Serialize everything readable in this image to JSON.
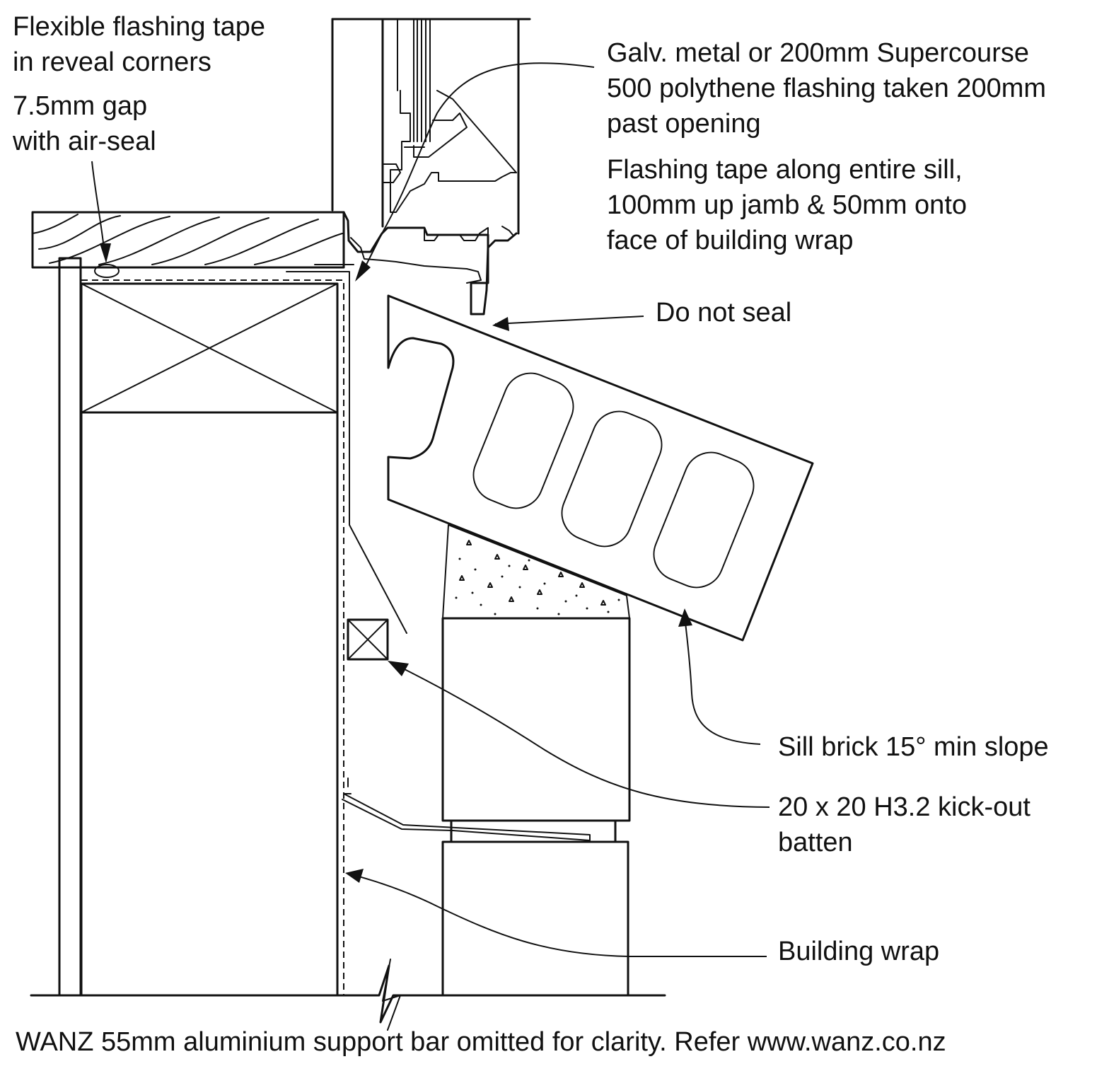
{
  "labels": {
    "flexible_flashing_tape": [
      "Flexible flashing tape",
      "in reveal corners"
    ],
    "gap_air_seal": [
      "7.5mm gap",
      "with air-seal"
    ],
    "galv_flashing": [
      "Galv. metal or 200mm Supercourse",
      "500 polythene flashing taken 200mm",
      "past opening"
    ],
    "flashing_tape_sill": [
      "Flashing tape along entire sill,",
      "100mm up jamb & 50mm onto",
      "face of building wrap"
    ],
    "do_not_seal": "Do not seal",
    "sill_brick": "Sill brick 15° min slope",
    "kick_out_batten": [
      "20 x 20 H3.2 kick-out",
      "batten"
    ],
    "building_wrap": "Building wrap"
  },
  "footnote": "WANZ 55mm aluminium support bar omitted for clarity. Refer www.wanz.co.nz"
}
